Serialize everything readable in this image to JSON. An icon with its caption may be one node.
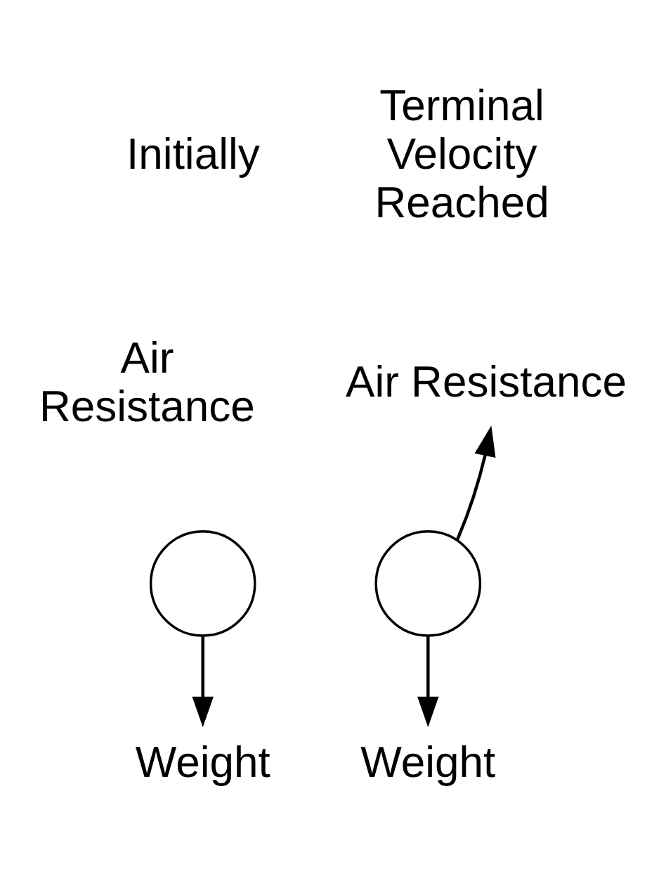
{
  "diagram": {
    "nodes": [
      {
        "text": [
          "Air Resistance"
        ]
      },
      {
        "text": [],
        "shape": "circle"
      },
      {
        "text": [],
        "shape": "circle"
      },
      {
        "text": [
          "Weight"
        ]
      },
      {
        "text": [
          "Weight"
        ]
      }
    ],
    "edges": [
      {
        "from": 1,
        "to": 3,
        "arrow": "to"
      },
      {
        "from": 2,
        "to": 4,
        "arrow": "to"
      },
      {
        "from": 2,
        "to": 0,
        "arrow": "to"
      }
    ],
    "labels": [
      "Initially",
      "Terminal Velocity Reached",
      "Air Resistance"
    ]
  }
}
